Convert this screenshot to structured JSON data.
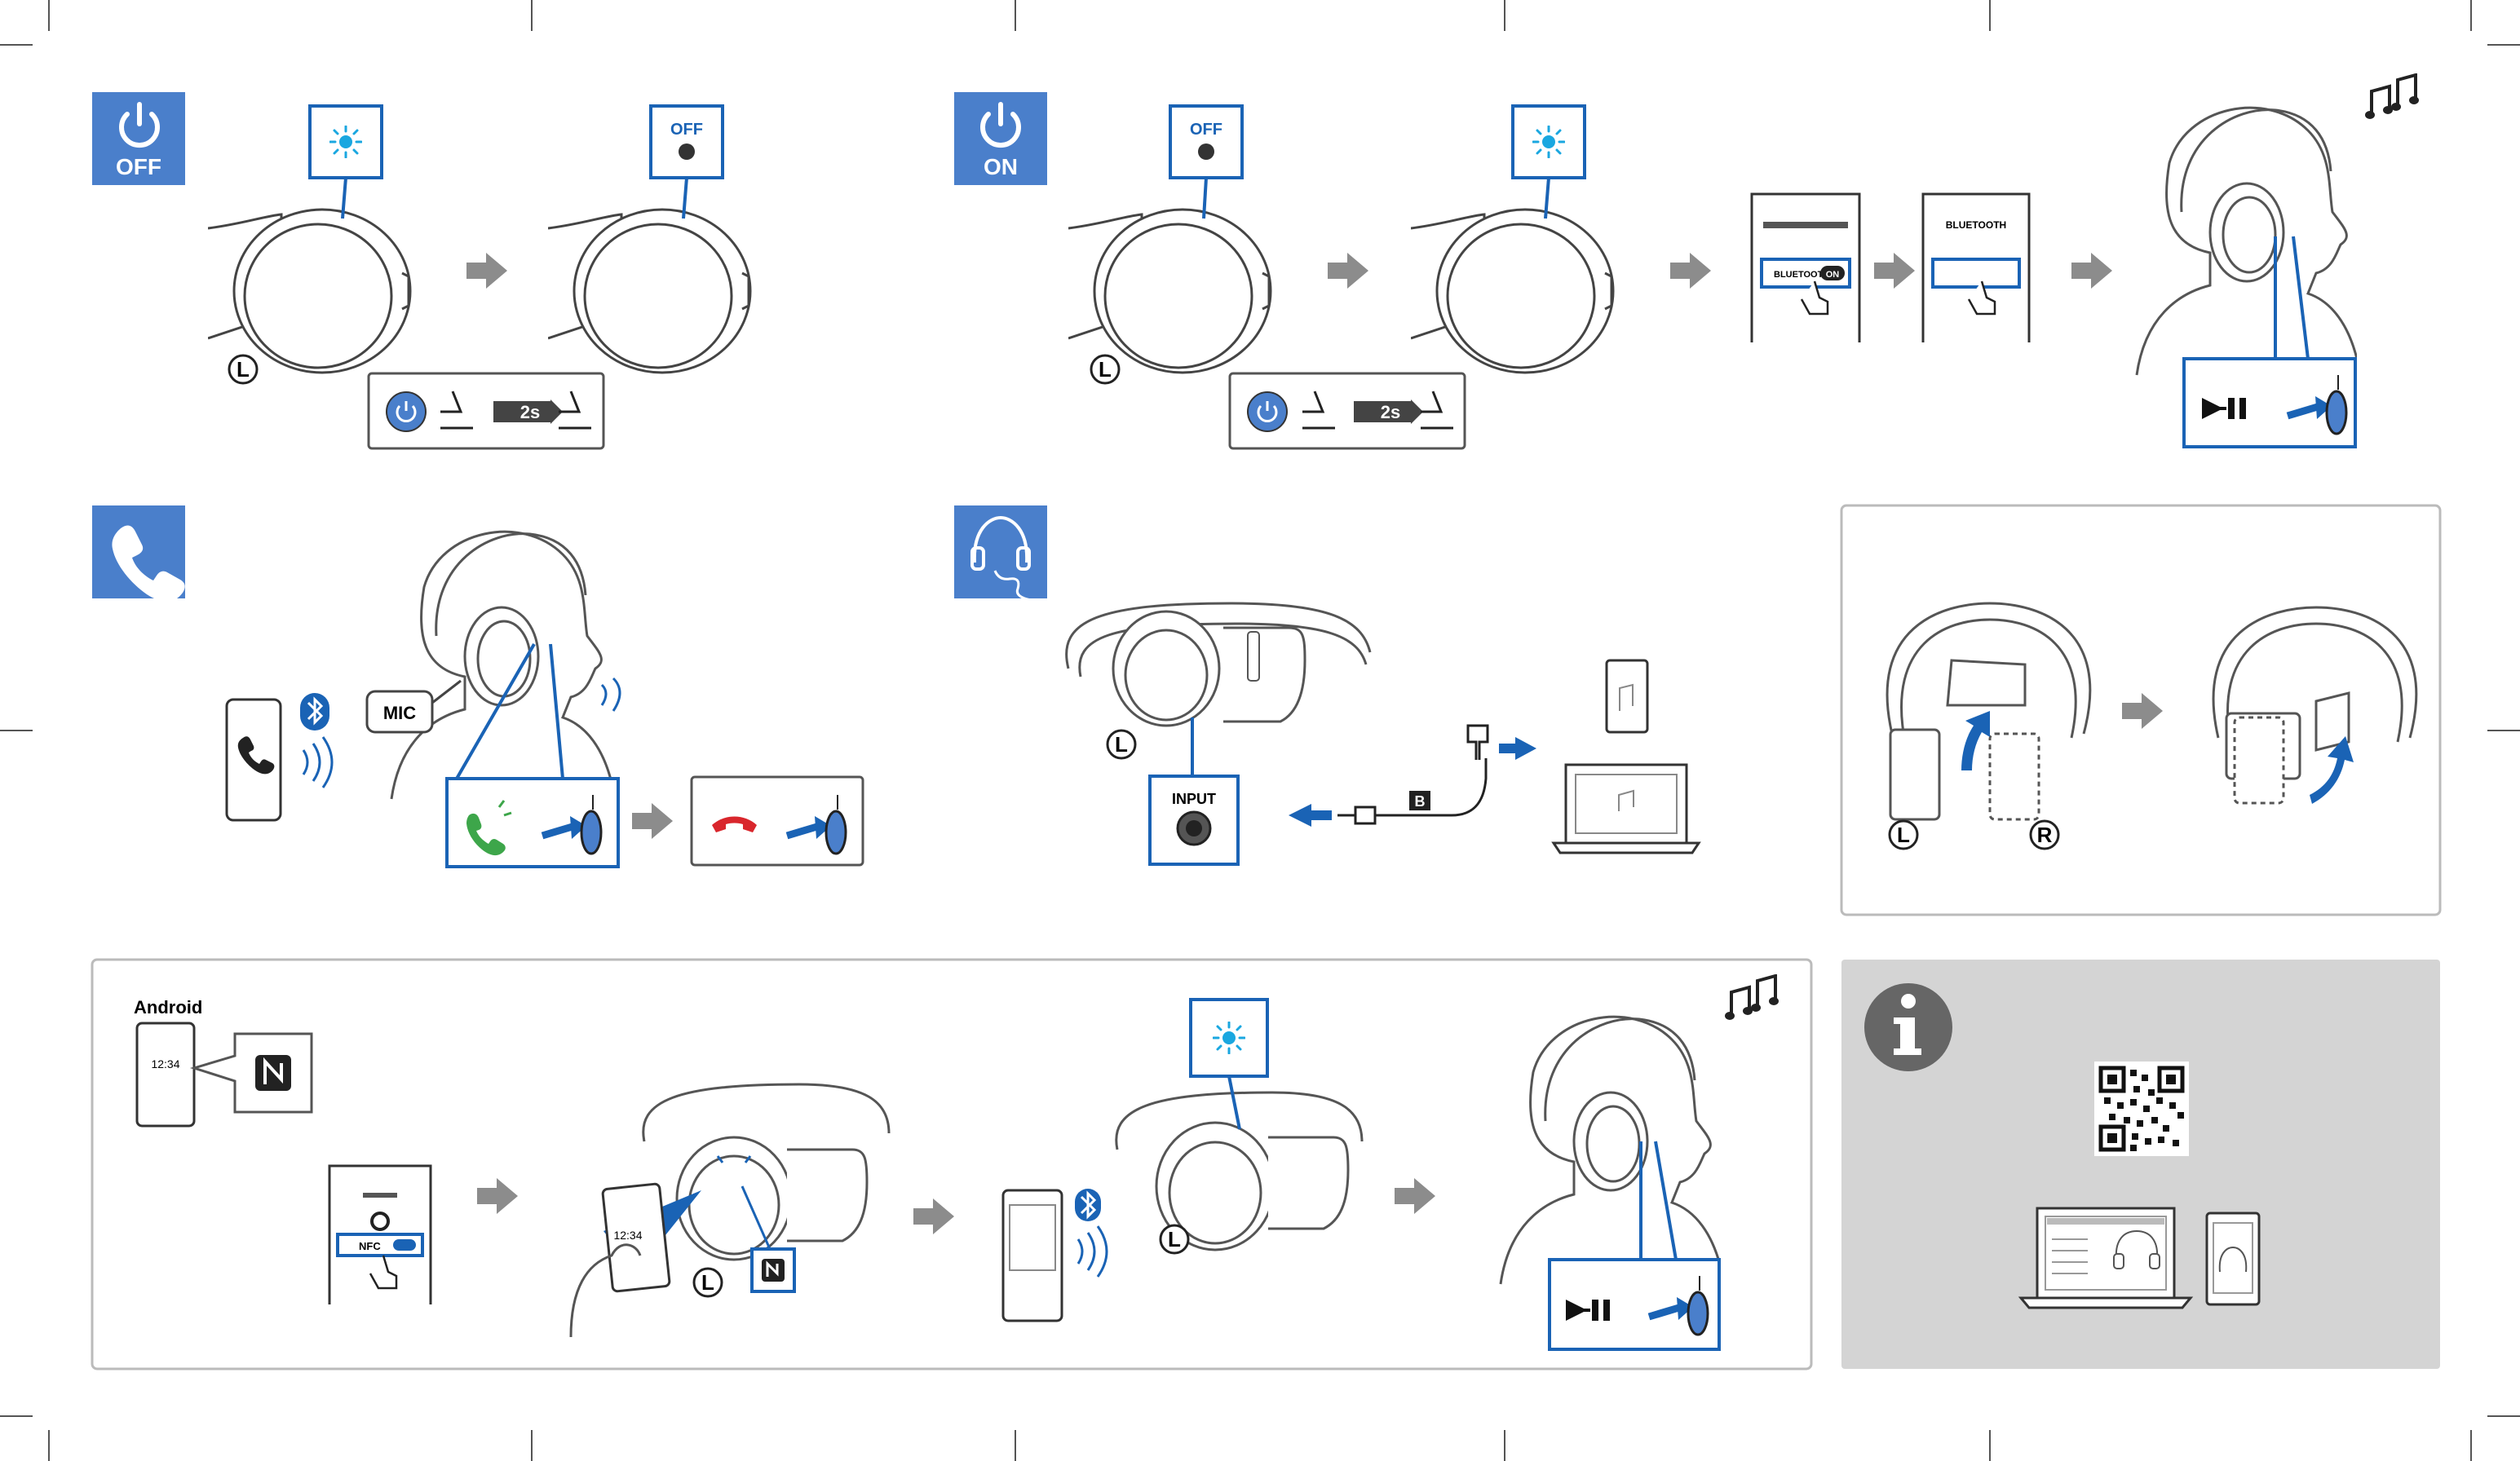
{
  "sections": {
    "power_off": {
      "icon_label": "OFF",
      "led_label": "OFF",
      "hold_time": "2s",
      "side_marker": "L"
    },
    "power_on": {
      "icon_label": "ON",
      "led_label": "OFF",
      "hold_time": "2s",
      "side_marker": "L",
      "phone_screen_1": {
        "setting_label": "BLUETOOTH",
        "toggle_label": "ON"
      },
      "phone_screen_2": {
        "header": "BLUETOOTH"
      }
    },
    "call": {
      "mic_label": "MIC"
    },
    "wired": {
      "input_label": "INPUT",
      "cable_label": "B",
      "side_marker": "L"
    },
    "folding": {
      "left_marker": "L",
      "right_marker": "R"
    },
    "nfc": {
      "platform_label": "Android",
      "clock": "12:34",
      "nfc_setting_label": "NFC",
      "side_marker": "L"
    },
    "info": {}
  },
  "colors": {
    "accent_blue": "#1a63b5",
    "icon_blue": "#4a7fcb",
    "arrow_gray": "#8c8c8c",
    "panel_gray": "#d4d4d4",
    "green": "#3da64a",
    "red": "#d9262c",
    "led_cyan": "#1aa7e0"
  }
}
